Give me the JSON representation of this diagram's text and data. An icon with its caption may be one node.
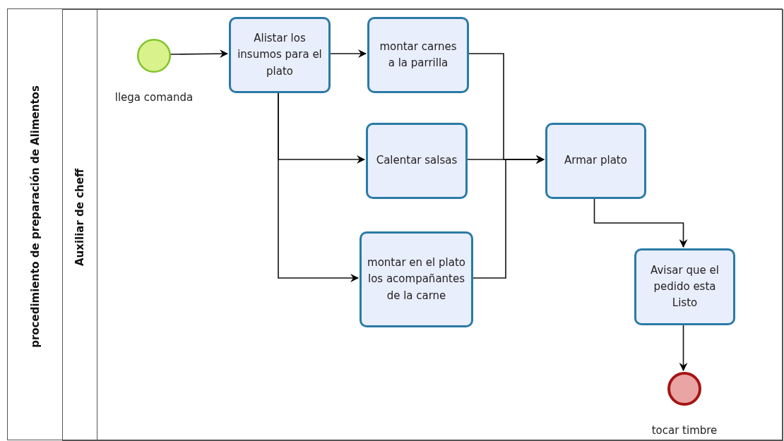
{
  "diagram": {
    "nodes": [
      {
        "text": [
          "procedimiento de preparación de Alimentos"
        ]
      },
      {
        "text": [
          "Auxiliar de cheff"
        ],
        "in": 0
      },
      {
        "text": [],
        "shape": "circle",
        "beside": [
          "llega comanda"
        ],
        "in": 1
      },
      {
        "text": [
          "Alistar los insumos para el plato"
        ],
        "in": 1
      },
      {
        "text": [
          "montar carnes a la parrilla"
        ],
        "in": 1
      },
      {
        "text": [
          "Calentar salsas"
        ],
        "in": 1
      },
      {
        "text": [
          "montar en el plato los acompañantes de la carne"
        ],
        "in": 1
      },
      {
        "text": [
          "Armar plato"
        ],
        "in": 1
      },
      {
        "text": [
          "Avisar que el pedido esta Listo"
        ],
        "in": 1
      },
      {
        "text": [],
        "shape": "circle",
        "beside": [
          "tocar timbre"
        ],
        "in": 1
      }
    ],
    "edges": [
      {
        "from": 2,
        "to": 3,
        "arrow": "to"
      },
      {
        "from": 3,
        "to": 4,
        "arrow": "to"
      },
      {
        "from": 3,
        "to": 5,
        "arrow": "to"
      },
      {
        "from": 3,
        "to": 6,
        "arrow": "to"
      },
      {
        "from": 4,
        "to": 7,
        "arrow": "to"
      },
      {
        "from": 5,
        "to": 7,
        "arrow": "to"
      },
      {
        "from": 6,
        "to": 7,
        "arrow": "to"
      },
      {
        "from": 7,
        "to": 8,
        "arrow": "to"
      },
      {
        "from": 8,
        "to": 9,
        "arrow": "to"
      }
    ]
  }
}
